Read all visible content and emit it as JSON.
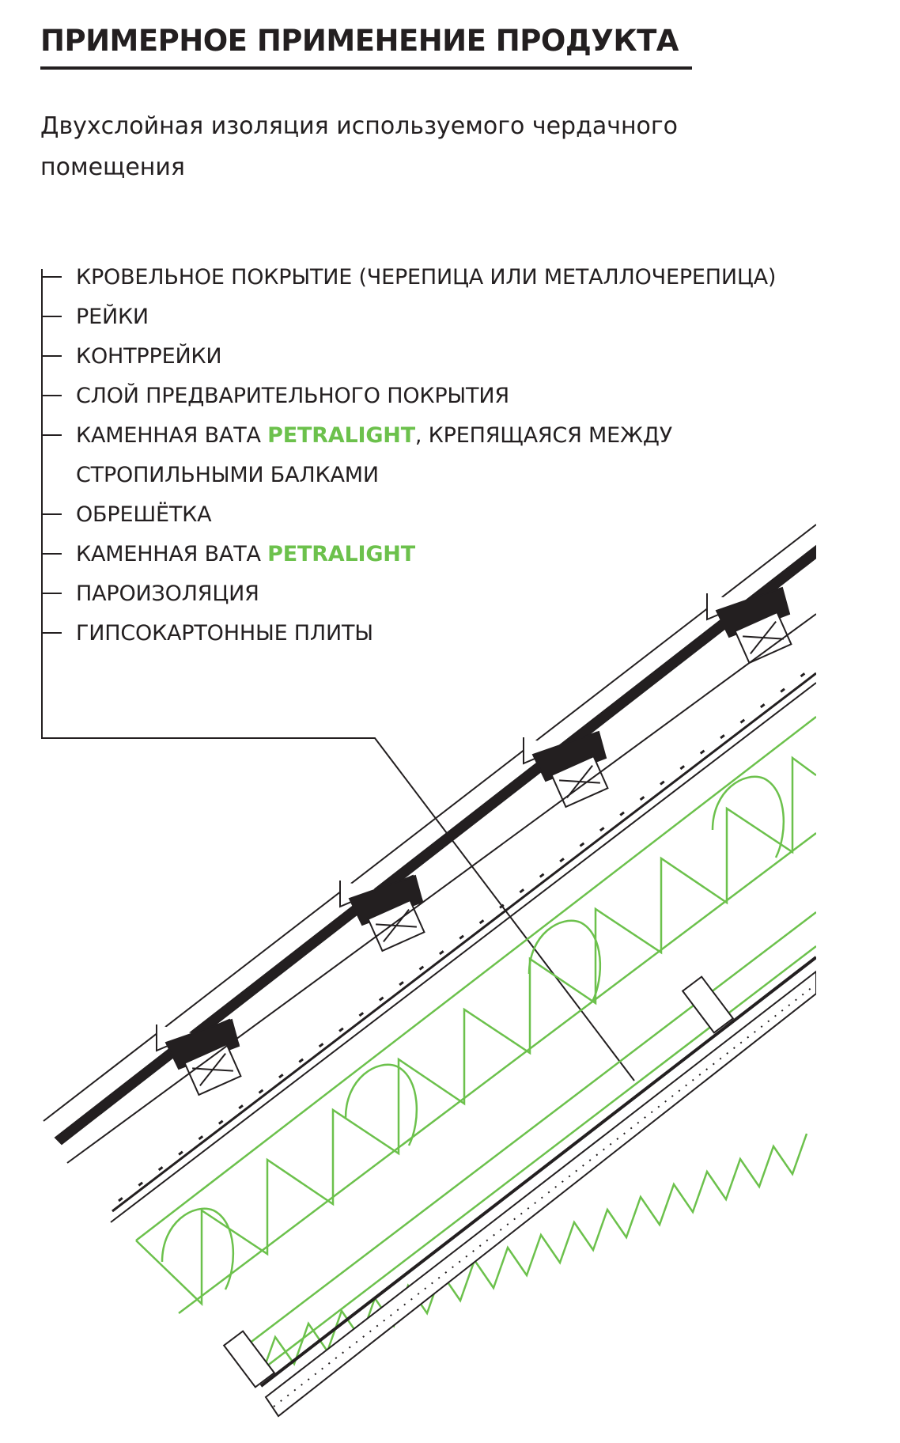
{
  "page": {
    "title": "ПРИМЕРНОЕ ПРИМЕНЕНИЕ ПРОДУКТА",
    "subtitle": "Двухслойная изоляция используемого чердачного помещения"
  },
  "layers": [
    {
      "prefix": "КРОВЕЛЬНОЕ ПОКРЫТИЕ (ЧЕРЕПИЦА ИЛИ МЕТАЛЛОЧЕРЕПИЦА)",
      "accent": "",
      "suffix": ""
    },
    {
      "prefix": "РЕЙКИ",
      "accent": "",
      "suffix": ""
    },
    {
      "prefix": "КОНТРРЕЙКИ",
      "accent": "",
      "suffix": ""
    },
    {
      "prefix": "СЛОЙ ПРЕДВАРИТЕЛЬНОГО ПОКРЫТИЯ",
      "accent": "",
      "suffix": ""
    },
    {
      "prefix": "КАМЕННАЯ ВАТА ",
      "accent": "PETRALIGHT",
      "suffix": ", КРЕПЯЩАЯСЯ МЕЖДУ"
    },
    {
      "prefix": "СТРОПИЛЬНЫМИ БАЛКАМИ",
      "accent": "",
      "suffix": ""
    },
    {
      "prefix": "ОБРЕШЁТКА",
      "accent": "",
      "suffix": ""
    },
    {
      "prefix": "КАМЕННАЯ ВАТА ",
      "accent": "PETRALIGHT",
      "suffix": ""
    },
    {
      "prefix": "ПАРОИЗОЛЯЦИЯ",
      "accent": "",
      "suffix": ""
    },
    {
      "prefix": "ГИПСОКАРТОННЫЕ ПЛИТЫ",
      "accent": "",
      "suffix": ""
    }
  ],
  "colors": {
    "ink": "#231f20",
    "insulation": "#6cc14c"
  }
}
